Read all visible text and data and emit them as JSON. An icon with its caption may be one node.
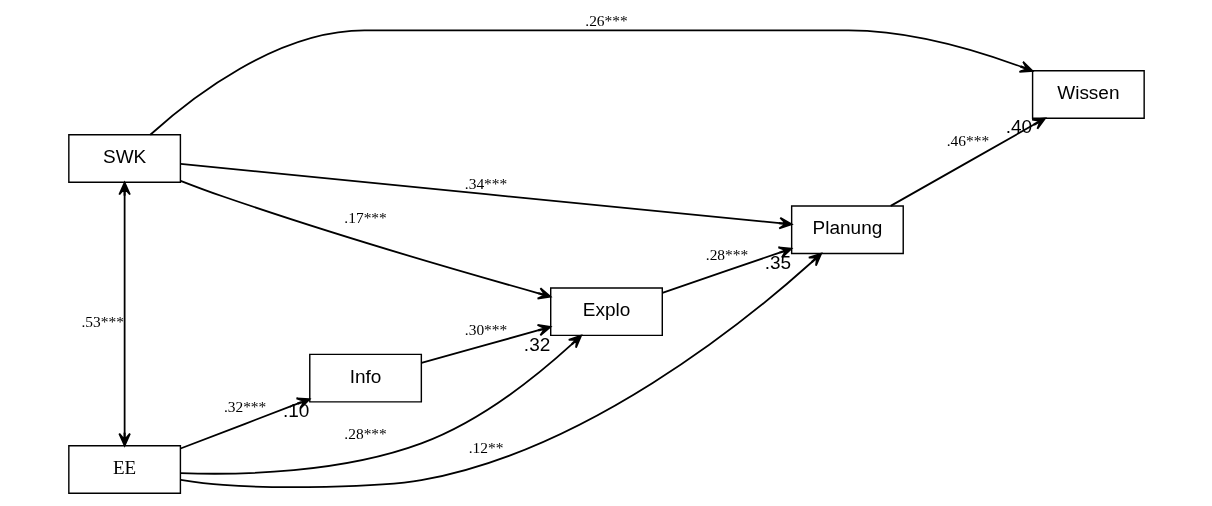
{
  "diagram": {
    "nodes": [
      {
        "text": [
          "SWK"
        ]
      },
      {
        "text": [
          "EE"
        ]
      },
      {
        "text": [
          "Info"
        ],
        "beside": [
          ".10"
        ]
      },
      {
        "text": [
          "Explo"
        ],
        "beside": [
          ".32"
        ]
      },
      {
        "text": [
          "Planung"
        ],
        "beside": [
          ".35"
        ]
      },
      {
        "text": [
          "Wissen"
        ],
        "beside": [
          ".40"
        ]
      }
    ],
    "edges": [
      {
        "from": 0,
        "to": 5,
        "arrow": "to",
        "label": ".26***"
      },
      {
        "from": 0,
        "to": 3,
        "arrow": "to",
        "label": ".17***"
      },
      {
        "from": 0,
        "to": 4,
        "arrow": "to",
        "label": ".34***"
      },
      {
        "from": 0,
        "to": 1,
        "arrow": "both",
        "label": ".53***"
      },
      {
        "from": 2,
        "to": 3,
        "arrow": "to",
        "label": ".30***"
      },
      {
        "from": 3,
        "to": 4,
        "arrow": "to",
        "label": ".28***"
      },
      {
        "from": 4,
        "to": 5,
        "arrow": "to",
        "label": ".46***"
      },
      {
        "from": 1,
        "to": 2,
        "arrow": "to",
        "label": ".32***"
      },
      {
        "from": 1,
        "to": 3,
        "arrow": "to",
        "label": ".28***"
      },
      {
        "from": 1,
        "to": 4,
        "arrow": "to",
        "label": ".12**"
      }
    ]
  }
}
